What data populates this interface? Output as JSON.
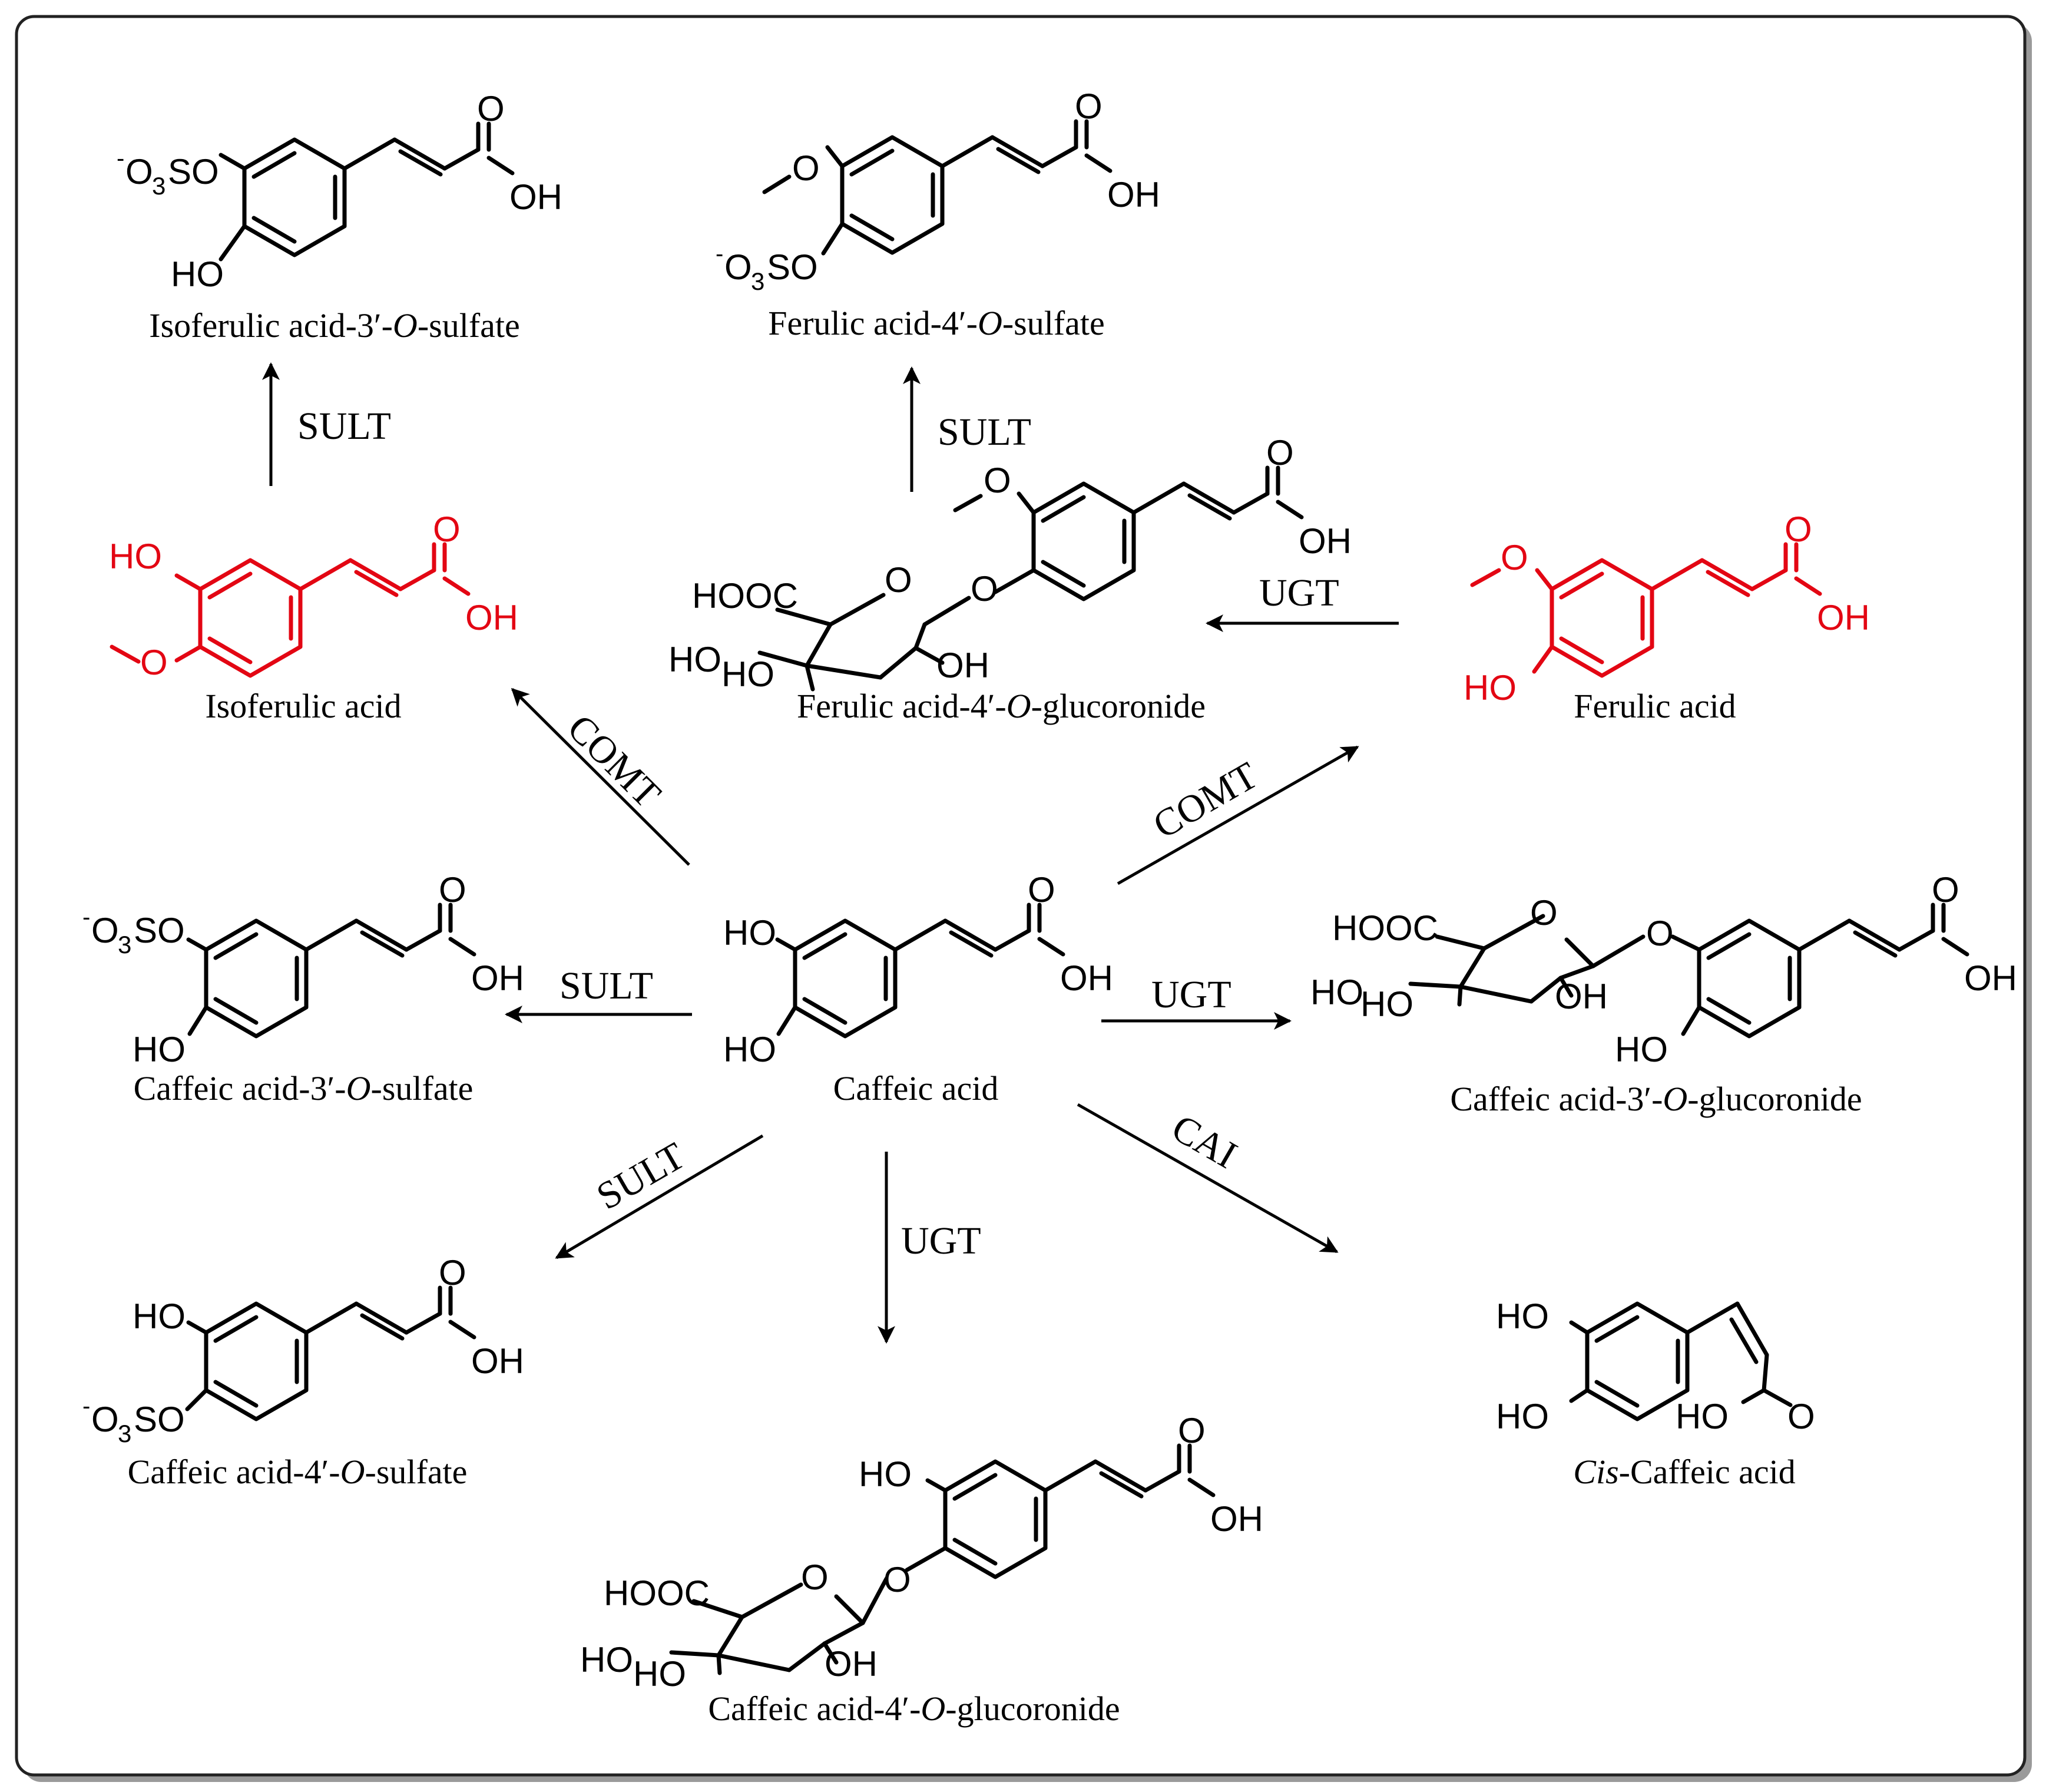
{
  "diagram": {
    "compounds": {
      "isoferulic_sulfate": {
        "name_a": "Isoferulic acid-3′-",
        "name_b": "O",
        "name_c": "-sulfate",
        "labels": {
          "o3so_pre": "-",
          "o3so_o": "O",
          "o3so_3": "3",
          "o3so_so": "SO",
          "ho": "HO",
          "oxo": "O",
          "oh": "OH"
        }
      },
      "ferulic_sulfate": {
        "name_a": "Ferulic acid-4′-",
        "name_b": "O",
        "name_c": "-sulfate",
        "labels": {
          "ome": "O",
          "o3so_pre": "-",
          "o3so_o": "O",
          "o3so_3": "3",
          "o3so_so": "SO",
          "oxo": "O",
          "oh": "OH"
        }
      },
      "isoferulic": {
        "name": "Isoferulic acid",
        "labels": {
          "ho": "HO",
          "ome": "O",
          "oxo": "O",
          "oh": "OH"
        }
      },
      "ferulic_glucuronide": {
        "name_a": "Ferulic acid-4′-",
        "name_b": "O",
        "name_c": "-glucoronide",
        "labels": {
          "ome": "O",
          "link_o": "O",
          "ring_o": "O",
          "hooc": "HOOC",
          "ho1": "HO",
          "ho2": "HO",
          "oh_s": "OH",
          "oxo": "O",
          "oh": "OH"
        }
      },
      "ferulic": {
        "name": "Ferulic acid",
        "labels": {
          "ome": "O",
          "ho": "HO",
          "oxo": "O",
          "oh": "OH"
        }
      },
      "caffeic_3_sulfate": {
        "name_a": "Caffeic acid-3′-",
        "name_b": "O",
        "name_c": "-sulfate",
        "labels": {
          "o3so_pre": "-",
          "o3so_o": "O",
          "o3so_3": "3",
          "o3so_so": "SO",
          "ho": "HO",
          "oxo": "O",
          "oh": "OH"
        }
      },
      "caffeic": {
        "name": "Caffeic acid",
        "labels": {
          "ho1": "HO",
          "ho2": "HO",
          "oxo": "O",
          "oh": "OH"
        }
      },
      "caffeic_3_glucuronide": {
        "name_a": "Caffeic acid-3′-",
        "name_b": "O",
        "name_c": "-glucoronide",
        "labels": {
          "hooc": "HOOC",
          "ring_o": "O",
          "link_o": "O",
          "ho1": "HO",
          "ho2": "HO",
          "oh_s": "OH",
          "ho_ar": "HO",
          "oxo": "O",
          "oh": "OH"
        }
      },
      "caffeic_4_sulfate": {
        "name_a": "Caffeic acid-4′-",
        "name_b": "O",
        "name_c": "-sulfate",
        "labels": {
          "ho": "HO",
          "o3so_pre": "-",
          "o3so_o": "O",
          "o3so_3": "3",
          "o3so_so": "SO",
          "oxo": "O",
          "oh": "OH"
        }
      },
      "caffeic_4_glucuronide": {
        "name_a": "Caffeic acid-4′-",
        "name_b": "O",
        "name_c": "-glucoronide",
        "labels": {
          "ho_ar": "HO",
          "link_o": "O",
          "ring_o": "O",
          "hooc": "HOOC",
          "ho1": "HO",
          "ho2": "HO",
          "oh_s": "OH",
          "oxo": "O",
          "oh": "OH"
        }
      },
      "cis_caffeic": {
        "name_a": "Cis",
        "name_b": "-Caffeic acid",
        "labels": {
          "ho1": "HO",
          "ho2": "HO",
          "ho_acid": "HO",
          "oxo": "O"
        }
      }
    },
    "enzymes": {
      "sult_isoferulic": "SULT",
      "sult_ferulic_sulfate": "SULT",
      "ugt_ferulic": "UGT",
      "comt_isoferulic": "COMT",
      "comt_ferulic": "COMT",
      "sult_caffeic_3": "SULT",
      "ugt_caffeic_3": "UGT",
      "sult_caffeic_4": "SULT",
      "ugt_caffeic_4": "UGT",
      "cai": "CAI"
    },
    "colors": {
      "highlight": "#e30613",
      "ink": "#000000"
    }
  }
}
